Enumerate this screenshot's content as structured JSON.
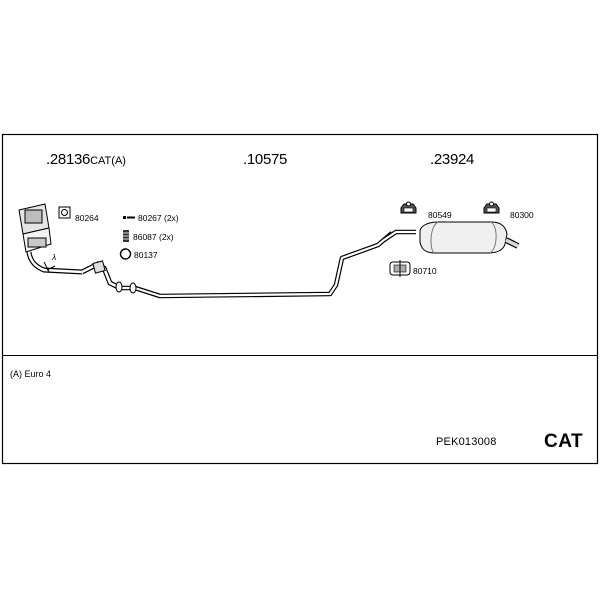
{
  "diagram": {
    "main_parts": [
      {
        "number": ".28136",
        "suffix": "CAT(A)"
      },
      {
        "number": ".10575",
        "suffix": ""
      },
      {
        "number": ".23924",
        "suffix": ""
      }
    ],
    "small_parts": [
      {
        "number": "80264"
      },
      {
        "number": "80267 (2x)"
      },
      {
        "number": "86087 (2x)"
      },
      {
        "number": "80137"
      },
      {
        "number": "80549"
      },
      {
        "number": "80300"
      },
      {
        "number": "80710"
      }
    ],
    "lambda_symbol": "λ",
    "footnote": "(A) Euro 4",
    "product_code": "PEK013008",
    "category": "CAT"
  }
}
